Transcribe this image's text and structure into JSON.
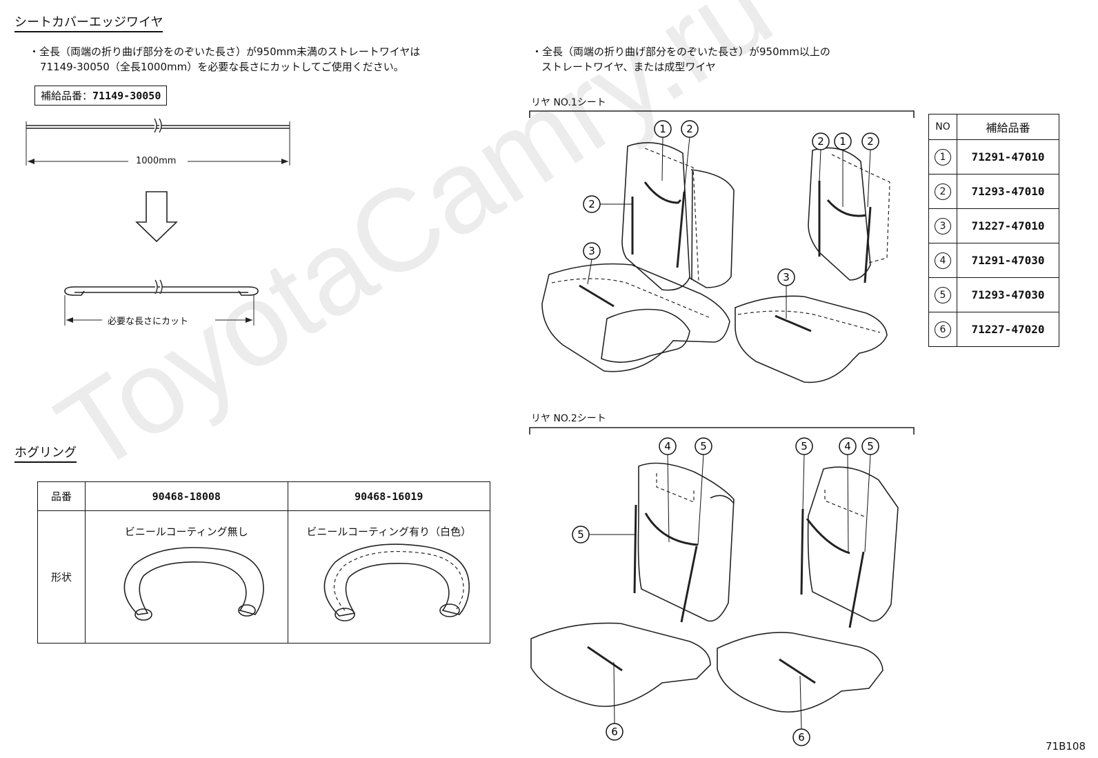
{
  "watermark": "ToyotaCamry.ru",
  "edge_wire": {
    "title": "シートカバーエッジワイヤ",
    "note_short": [
      "・全長（両端の折り曲げ部分をのぞいた長さ）が950mm未満のストレートワイヤは",
      "71149-30050（全長1000mm）を必要な長さにカットしてご使用ください。"
    ],
    "supply_label": "補給品番：",
    "supply_number": "71149-30050",
    "length_label": "1000mm",
    "cut_label": "必要な長さにカット",
    "note_long": [
      "・全長（両端の折り曲げ部分をのぞいた長さ）が950mm以上の",
      "ストレートワイヤ、または成型ワイヤ"
    ]
  },
  "rear_seat_1": {
    "label": "リヤ NO.1シート"
  },
  "rear_seat_2": {
    "label": "リヤ NO.2シート"
  },
  "parts_table": {
    "header_no": "NO",
    "header_part": "補給品番",
    "rows": [
      {
        "no": "1",
        "part": "71291-47010"
      },
      {
        "no": "2",
        "part": "71293-47010"
      },
      {
        "no": "3",
        "part": "71227-47010"
      },
      {
        "no": "4",
        "part": "71291-47030"
      },
      {
        "no": "5",
        "part": "71293-47030"
      },
      {
        "no": "6",
        "part": "71227-47020"
      }
    ]
  },
  "hog_ring": {
    "title": "ホグリング",
    "header_label": "品番",
    "part_a": "90468-18008",
    "part_b": "90468-16019",
    "shape_label": "形状",
    "desc_a": "ビニールコーティング無し",
    "desc_b": "ビニールコーティング有り（白色）"
  },
  "figure_code": "71B108"
}
